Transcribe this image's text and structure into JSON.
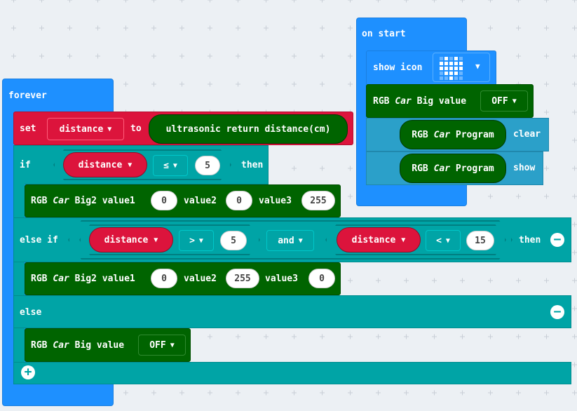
{
  "on_start": {
    "hat_label": "on start",
    "show_icon": {
      "label": "show icon",
      "icon": "heart-icon"
    },
    "big_value": {
      "label_pre": "RGB",
      "label_car": "Car",
      "label_post": "Big value",
      "value": "OFF"
    },
    "program_clear": {
      "label_pre": "RGB",
      "label_car": "Car",
      "label_post": "Program",
      "action": "clear"
    },
    "program_show": {
      "label_pre": "RGB",
      "label_car": "Car",
      "label_post": "Program",
      "action": "show"
    }
  },
  "forever": {
    "hat_label": "forever",
    "set_block": {
      "set": "set",
      "variable": "distance",
      "to": "to",
      "sensor": "ultrasonic return distance(cm)"
    },
    "if_block": {
      "if": "if",
      "variable": "distance",
      "operator": "≤",
      "value": "5",
      "then": "then"
    },
    "big2_a": {
      "label_pre": "RGB",
      "label_car": "Car",
      "label_post": "Big2 value1",
      "v1": "0",
      "v2_label": "value2",
      "v2": "0",
      "v3_label": "value3",
      "v3": "255"
    },
    "else_if": {
      "label": "else if",
      "var1": "distance",
      "op1": ">",
      "val1": "5",
      "logic": "and",
      "var2": "distance",
      "op2": "<",
      "val2": "15",
      "then": "then"
    },
    "big2_b": {
      "label_pre": "RGB",
      "label_car": "Car",
      "label_post": "Big2 value1",
      "v1": "0",
      "v2_label": "value2",
      "v2": "255",
      "v3_label": "value3",
      "v3": "0"
    },
    "else_label": "else",
    "big_value": {
      "label_pre": "RGB",
      "label_car": "Car",
      "label_post": "Big value",
      "value": "OFF"
    }
  },
  "colors": {
    "events": "#1e90ff",
    "logic": "#00a4a6",
    "variables": "#dc143c",
    "car": "#006400",
    "program": "#2ba0c9",
    "workspace": "#ecf0f4"
  }
}
